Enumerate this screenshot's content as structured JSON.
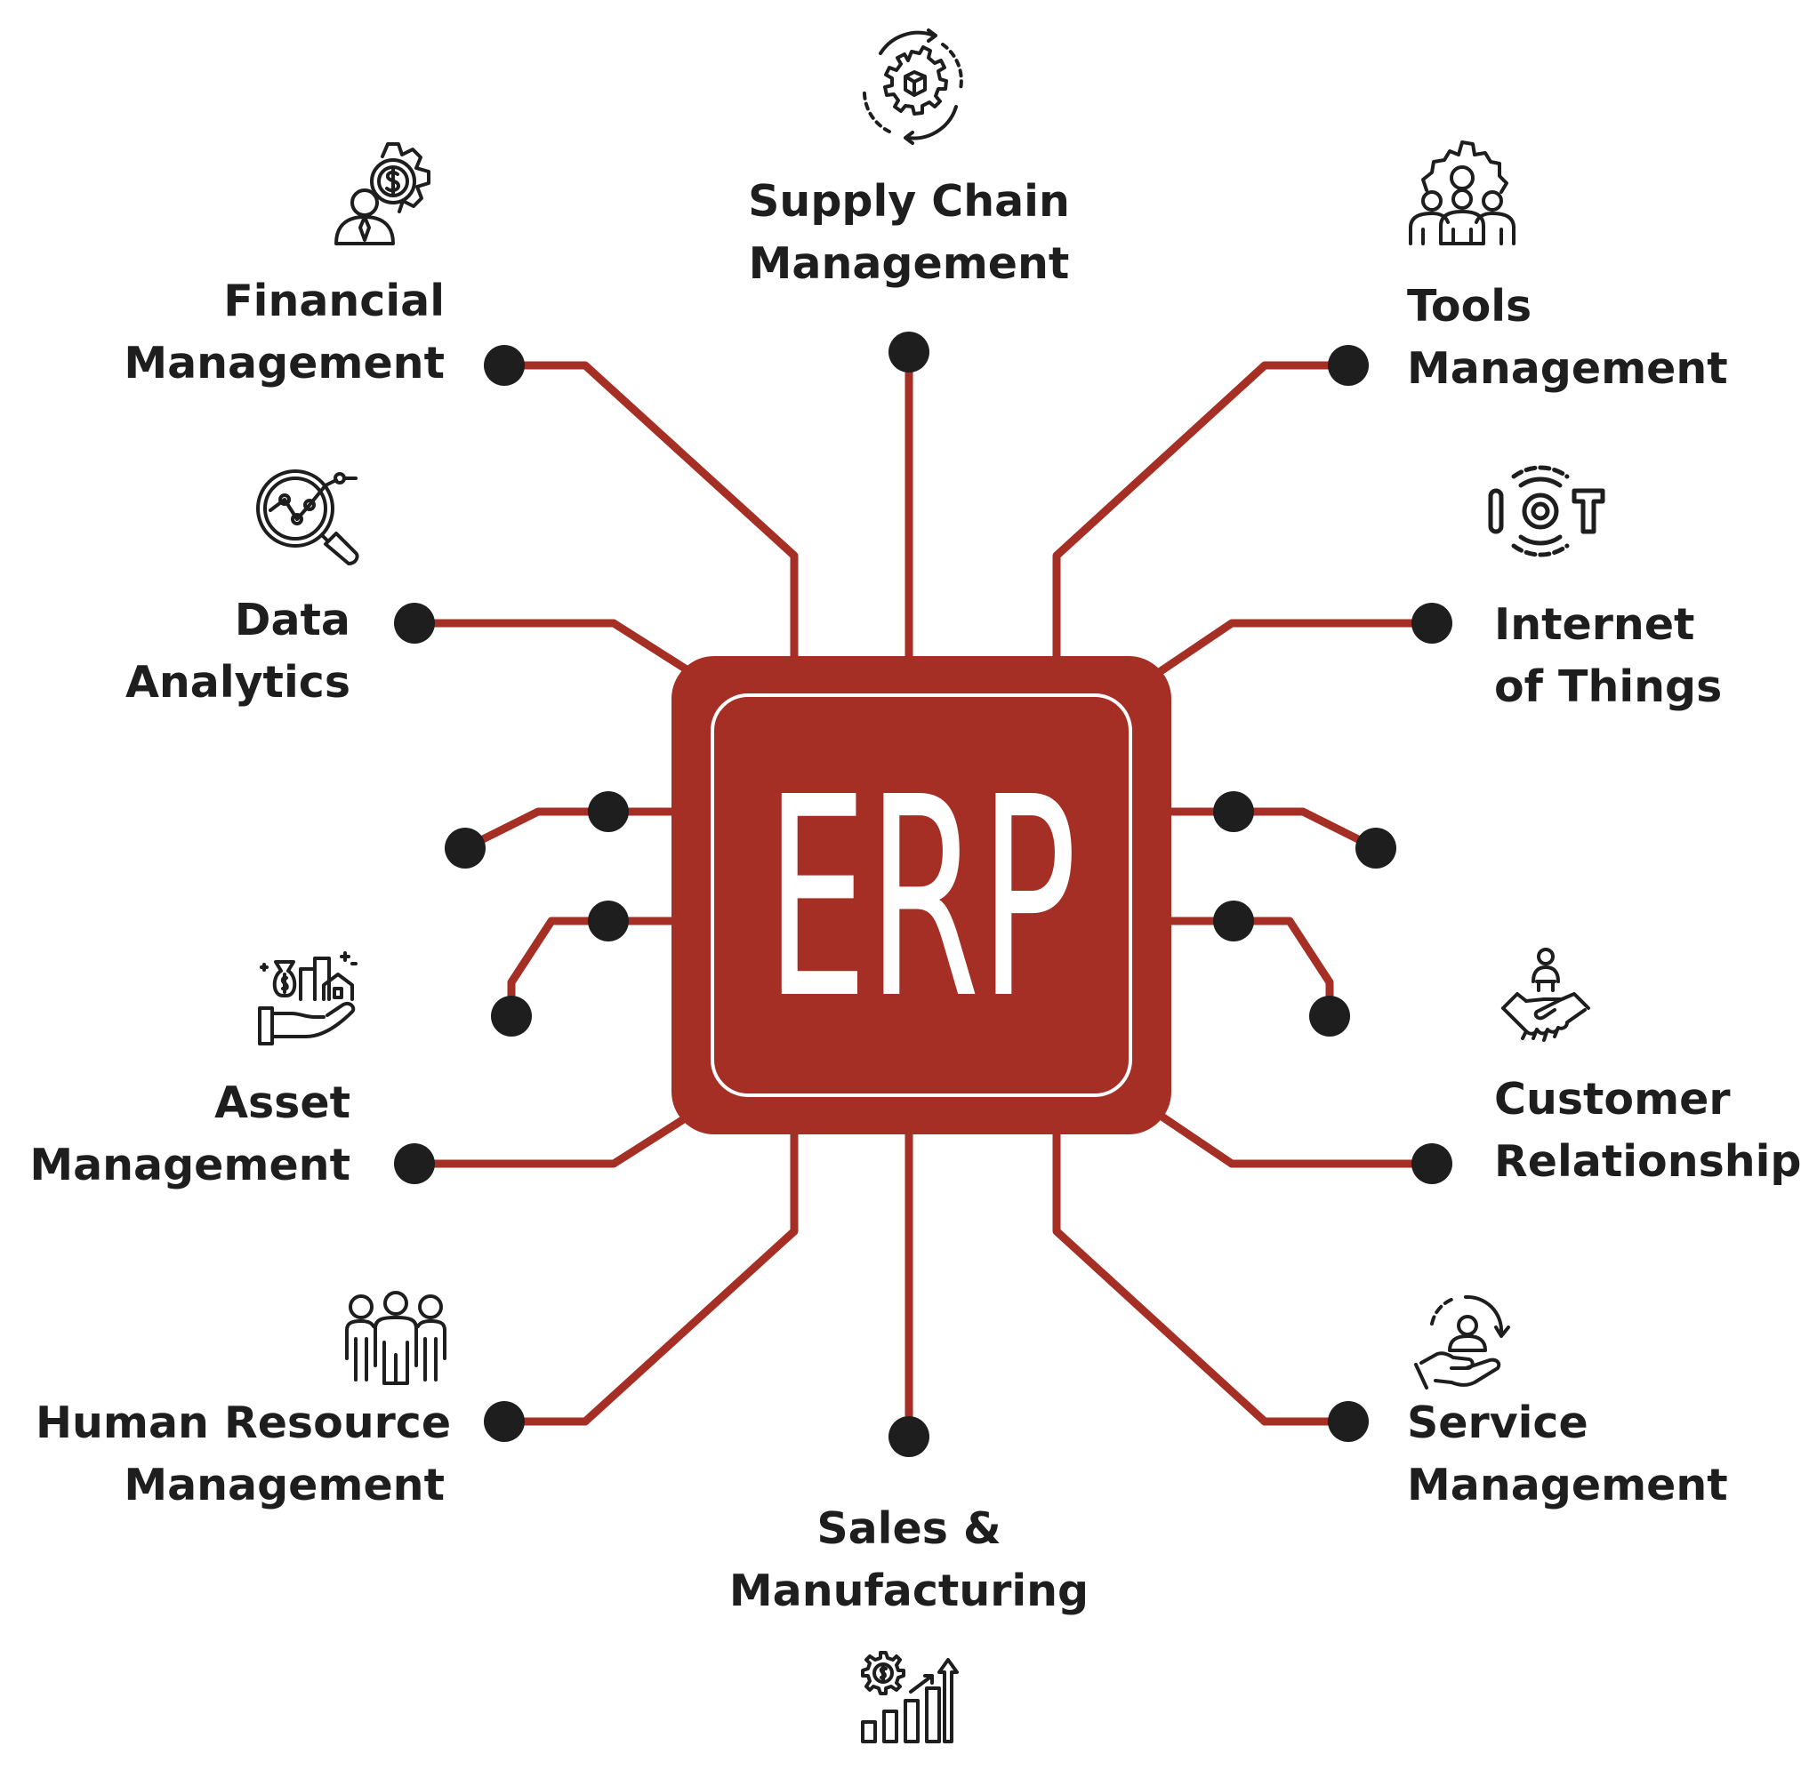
{
  "center": {
    "label": "ERP"
  },
  "colors": {
    "trace": "#a52f24",
    "chip": "#a52f24",
    "node": "#1e1e1e",
    "text": "#1e1e1e"
  },
  "modules": [
    {
      "id": "supply-chain",
      "lines": [
        "Supply Chain",
        "Management"
      ],
      "icon": "box-cycle-gear-icon"
    },
    {
      "id": "financial",
      "lines": [
        "Financial",
        "Management"
      ],
      "icon": "finance-person-gear-icon"
    },
    {
      "id": "tools",
      "lines": [
        "Tools",
        "Management"
      ],
      "icon": "team-gear-icon"
    },
    {
      "id": "data-analytics",
      "lines": [
        "Data",
        "Analytics"
      ],
      "icon": "magnifier-chart-icon"
    },
    {
      "id": "iot",
      "lines": [
        "Internet",
        "of Things"
      ],
      "icon": "iot-signal-icon"
    },
    {
      "id": "asset",
      "lines": [
        "Asset",
        "Management"
      ],
      "icon": "hand-assets-icon"
    },
    {
      "id": "customer",
      "lines": [
        "Customer",
        "Relationship"
      ],
      "icon": "handshake-person-icon"
    },
    {
      "id": "hr",
      "lines": [
        "Human Resource",
        "Management"
      ],
      "icon": "people-group-icon"
    },
    {
      "id": "service",
      "lines": [
        "Service",
        "Management"
      ],
      "icon": "hand-person-cycle-icon"
    },
    {
      "id": "sales",
      "lines": [
        "Sales &",
        "Manufacturing"
      ],
      "icon": "growth-chart-gear-icon"
    }
  ]
}
